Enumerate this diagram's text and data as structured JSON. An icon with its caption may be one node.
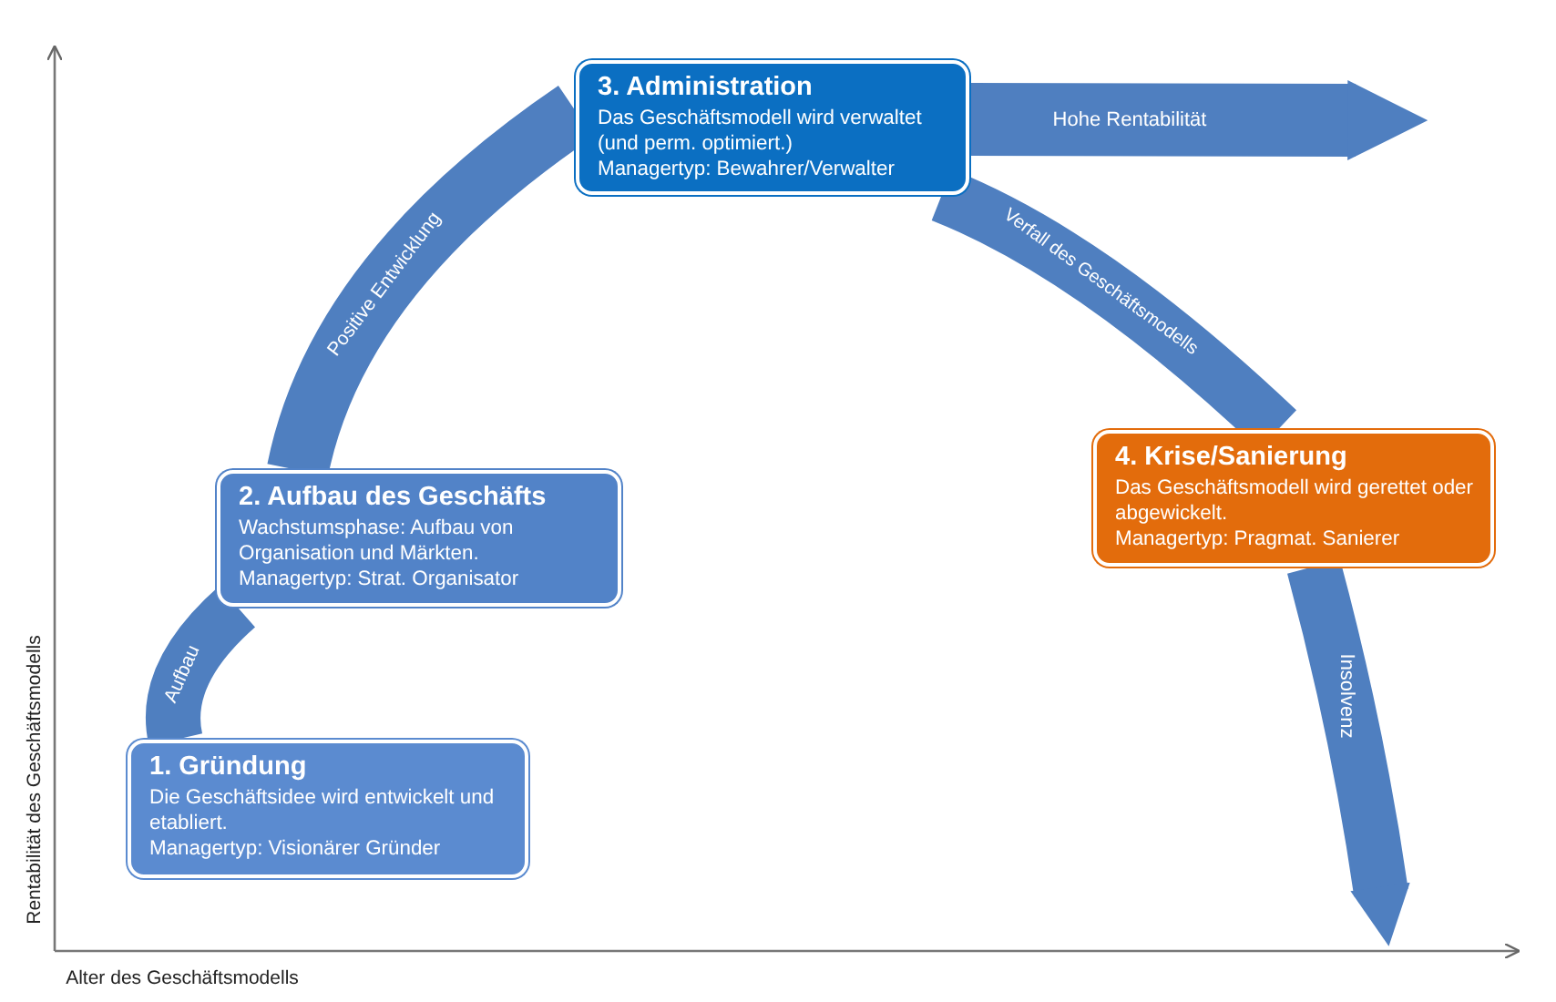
{
  "diagram": {
    "nodes": [
      {
        "text": [
          "1. Gründung",
          "Die Geschäftsidee wird entwickelt und etabliert.",
          "Managertyp: Visionärer Gründer"
        ]
      },
      {
        "text": [
          "2. Aufbau des Geschäfts",
          "Wachstumsphase: Aufbau von Organisation und Märkten.",
          "Managertyp: Strat. Organisator"
        ]
      },
      {
        "text": [
          "3. Administration",
          "Das Geschäftsmodell wird verwaltet (und perm. optimiert.)",
          "Managertyp: Bewahrer/Verwalter"
        ]
      },
      {
        "text": [
          "4. Krise/Sanierung",
          "Das Geschäftsmodell wird gerettet oder abgewickelt.",
          "Managertyp: Pragmat. Sanierer"
        ]
      }
    ],
    "edges": [
      {
        "from": 0,
        "to": 1,
        "arrow": "none",
        "label": "Aufbau"
      },
      {
        "from": 1,
        "to": 2,
        "arrow": "none",
        "label": "Positive Entwicklung"
      },
      {
        "from": 2,
        "to": null,
        "arrow": "to",
        "label": "Hohe Rentabilität"
      },
      {
        "from": 2,
        "to": 3,
        "arrow": "none",
        "label": "Verfall des Geschäftsmodells"
      },
      {
        "from": 3,
        "to": null,
        "arrow": "to",
        "label": "Insolvenz"
      }
    ],
    "labels": [
      "Rentabilität des Geschäftsmodells",
      "Alter des Geschäftsmodells"
    ]
  }
}
